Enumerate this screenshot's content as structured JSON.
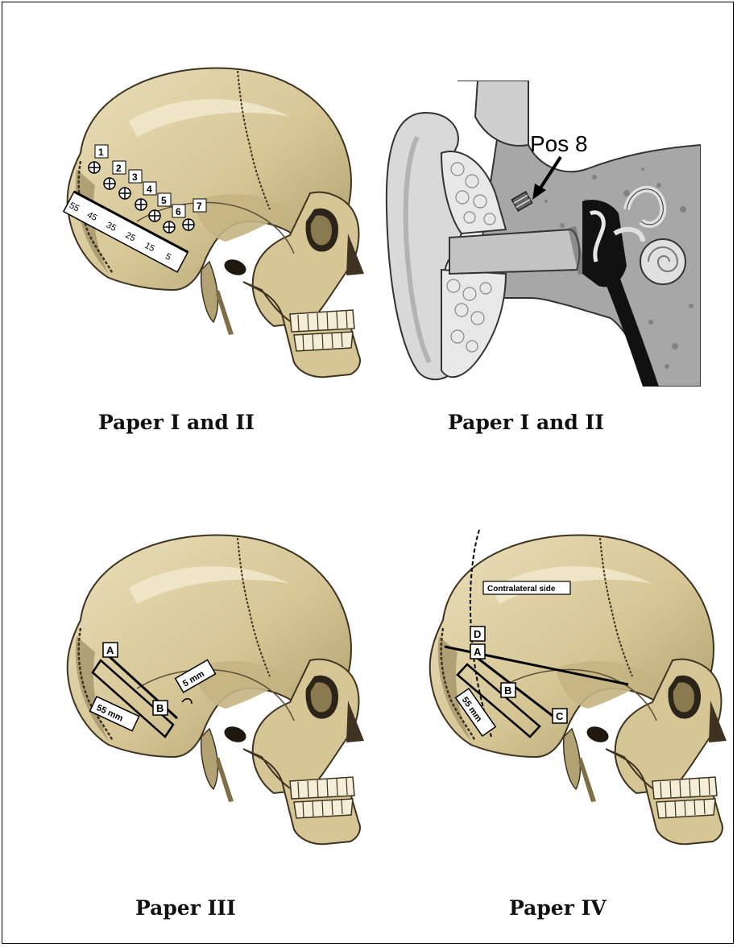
{
  "panels": [
    {
      "caption": "Paper I and II",
      "positions": [
        "1",
        "2",
        "3",
        "4",
        "5",
        "6",
        "7"
      ],
      "scale": [
        "55",
        "45",
        "35",
        "25",
        "15",
        "5"
      ]
    },
    {
      "caption": "Paper I and II",
      "label": "Pos 8"
    },
    {
      "caption": "Paper III",
      "labels": {
        "a": "A",
        "b": "B",
        "dist1": "55 mm",
        "dist2": "5 mm"
      }
    },
    {
      "caption": "Paper IV",
      "labels": {
        "a": "A",
        "b": "B",
        "c": "C",
        "d": "D",
        "dist1": "55 mm",
        "contra": "Contralateral side"
      }
    }
  ],
  "colors": {
    "bone": "#d9cba0",
    "bone_shadow": "#9c8c62",
    "bone_dark": "#5e5038",
    "bone_light": "#efe6c8",
    "ear_gray": "#bdbdbd",
    "ear_dark": "#7a7a7a"
  }
}
